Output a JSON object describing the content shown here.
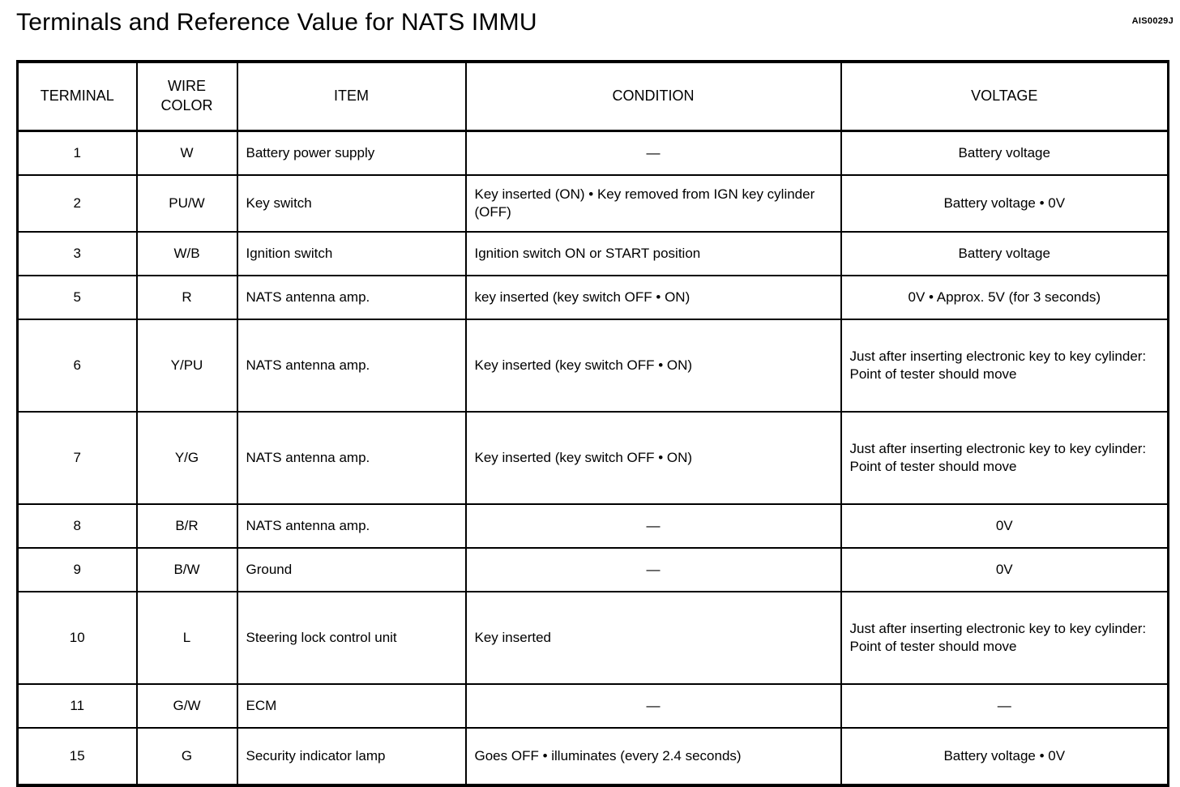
{
  "document": {
    "title": "Terminals and Reference Value for NATS IMMU",
    "code": "AIS0029J"
  },
  "table": {
    "columns": [
      {
        "key": "terminal",
        "label": "TERMINAL"
      },
      {
        "key": "wire_color",
        "label_line1": "WIRE",
        "label_line2": "COLOR"
      },
      {
        "key": "item",
        "label": "ITEM"
      },
      {
        "key": "condition",
        "label": "CONDITION"
      },
      {
        "key": "voltage",
        "label": "VOLTAGE"
      }
    ],
    "rows": [
      {
        "terminal": "1",
        "wire_color": "W",
        "item": "Battery power supply",
        "condition": "—",
        "voltage": "Battery voltage"
      },
      {
        "terminal": "2",
        "wire_color": "PU/W",
        "item": "Key switch",
        "condition": "Key inserted (ON) •   Key removed from IGN key cylinder (OFF)",
        "voltage": "Battery voltage •   0V"
      },
      {
        "terminal": "3",
        "wire_color": "W/B",
        "item": "Ignition switch",
        "condition": "Ignition switch ON or START position",
        "voltage": "Battery voltage"
      },
      {
        "terminal": "5",
        "wire_color": "R",
        "item": "NATS antenna amp.",
        "condition": "key inserted (key switch OFF •   ON)",
        "voltage": "0V •   Approx. 5V (for 3 seconds)"
      },
      {
        "terminal": "6",
        "wire_color": "Y/PU",
        "item": "NATS antenna amp.",
        "condition": "Key inserted (key switch OFF •   ON)",
        "voltage": "Just after inserting electronic key to key cylinder: Point of tester should move"
      },
      {
        "terminal": "7",
        "wire_color": "Y/G",
        "item": "NATS antenna amp.",
        "condition": "Key inserted (key switch OFF •   ON)",
        "voltage": "Just after inserting electronic key to key cylinder: Point of tester should move"
      },
      {
        "terminal": "8",
        "wire_color": "B/R",
        "item": "NATS antenna amp.",
        "condition": "—",
        "voltage": "0V"
      },
      {
        "terminal": "9",
        "wire_color": "B/W",
        "item": "Ground",
        "condition": "—",
        "voltage": "0V"
      },
      {
        "terminal": "10",
        "wire_color": "L",
        "item": "Steering lock control unit",
        "condition": "Key inserted",
        "voltage": "Just after inserting electronic key to key cylinder: Point of tester should move"
      },
      {
        "terminal": "11",
        "wire_color": "G/W",
        "item": "ECM",
        "condition": "—",
        "voltage": "—"
      },
      {
        "terminal": "15",
        "wire_color": "G",
        "item": "Security indicator lamp",
        "condition": "Goes OFF •   illuminates (every 2.4 seconds)",
        "voltage": "Battery voltage •   0V"
      }
    ]
  }
}
